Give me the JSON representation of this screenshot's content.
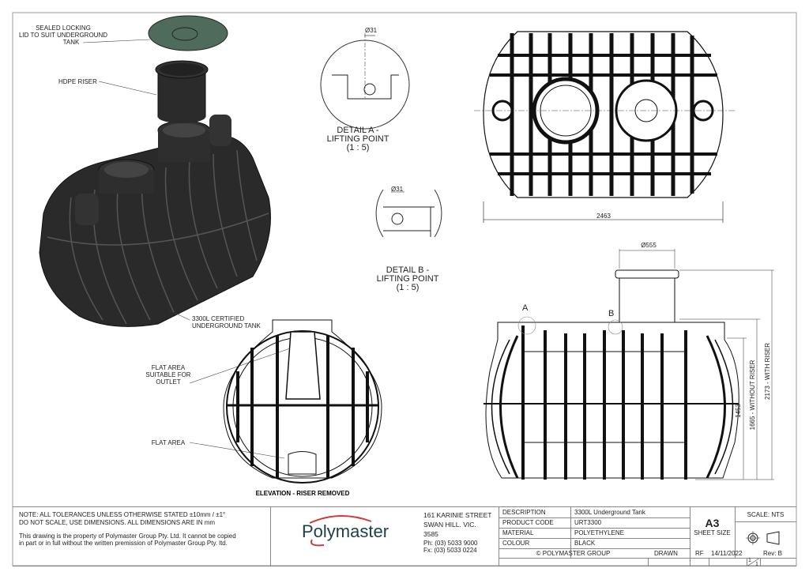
{
  "callouts": {
    "lid": [
      "SEALED LOCKING",
      "LID TO SUIT UNDERGROUND",
      "TANK"
    ],
    "riser": "HDPE RISER",
    "tank": [
      "3300L CERTIFIED",
      "UNDERGROUND TANK"
    ],
    "flat_outlet": [
      "FLAT AREA",
      "SUITABLE FOR",
      "OUTLET"
    ],
    "flat_area": "FLAT AREA"
  },
  "details": {
    "a": {
      "title": [
        "DETAIL A -",
        "LIFTING POINT",
        "(1 : 5)"
      ],
      "dim": "Ø31"
    },
    "b": {
      "title": [
        "DETAIL B -",
        "LIFTING POINT",
        "(1 : 5)"
      ],
      "dim": "Ø31"
    }
  },
  "views": {
    "elevation_title": "ELEVATION - RISER REMOVED",
    "marker_a": "A",
    "marker_b": "B"
  },
  "dimensions": {
    "width": "2463",
    "riser_dia": "Ø555",
    "height_body": "1453",
    "height_without_riser": "1665 - WITHOUT RISER",
    "height_with_riser": "2173 - WITH RISER"
  },
  "title_block": {
    "notes": [
      "NOTE: ALL TOLERANCES UNLESS OTHERWISE STATED ±10mm / ±1°",
      "DO NOT SCALE, USE DIMENSIONS. ALL DIMENSIONS ARE IN mm"
    ],
    "property": [
      "This drawing is the property of Polymaster Group Pty. Ltd. It cannot be copied",
      "in part or in full without the written premission of Polymaster Group Pty. ltd."
    ],
    "logo": "Polymaster",
    "address": [
      "161 KARINIE STREET",
      "SWAN HILL. VIC.",
      "3585",
      "Ph: (03) 5033 9000",
      "Fx: (03) 5033 0224"
    ],
    "fields": [
      {
        "label": "DESCRIPTION",
        "value": "3300L Underground Tank"
      },
      {
        "label": "PRODUCT CODE",
        "value": "URT3300"
      },
      {
        "label": "MATERIAL",
        "value": "POLYETHYLENE"
      },
      {
        "label": "COLOUR",
        "value": "BLACK"
      }
    ],
    "sheet_size": "A3",
    "sheet_size_label": "SHEET SIZE",
    "scale": "SCALE:  NTS",
    "copyright": "© POLYMASTER GROUP",
    "drawn_label": "DRAWN",
    "drawn_by": "RF",
    "date": "14/11/2022",
    "sheet_num": "1",
    "sheet_total": "1",
    "revision": "Rev: B"
  },
  "colors": {
    "lid": "#4f6b5c",
    "tank": "#2a2a2a",
    "logo_text": "#1d3f47",
    "logo_swoosh": "#d23a3a"
  }
}
